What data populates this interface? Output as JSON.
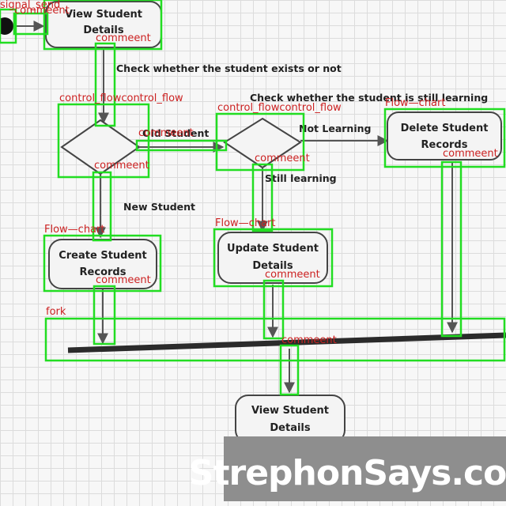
{
  "diagram": {
    "nodes": {
      "view_top": [
        "View Student",
        "Details"
      ],
      "create": [
        "Create Student",
        "Records"
      ],
      "update": [
        "Update Student",
        "Details"
      ],
      "delete": [
        "Delete Student",
        "Records"
      ],
      "view_bottom": [
        "View Student",
        "Details"
      ]
    },
    "edge_labels": {
      "check_exists": "Check whether the student exists or not",
      "check_learning": "Check whether the student is still learning",
      "old_student": "Old Student",
      "new_student": "New Student",
      "not_learning": "Not Learning",
      "still_learning": "Still learning"
    },
    "watermark": "StrephonSays.com"
  },
  "annotations": {
    "color": "#22dd22",
    "label_color": "#cc2222",
    "labels": {
      "signal_send": "signal_send",
      "comment": "commeent",
      "control_flow": "control_flowcontrol_flow",
      "flow_chart": "Flow—chart",
      "fork": "fork"
    }
  }
}
